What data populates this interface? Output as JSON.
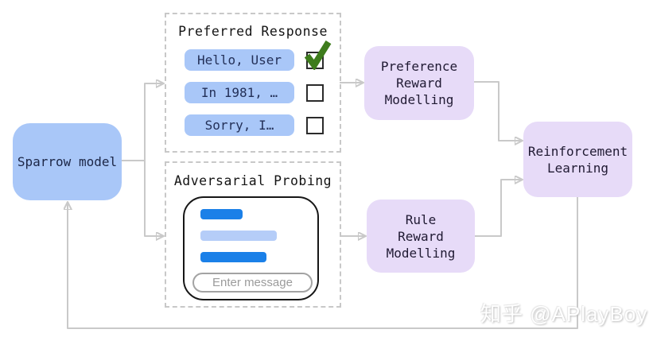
{
  "sparrow": {
    "label": "Sparrow model"
  },
  "preferred": {
    "title": "Preferred Response",
    "options": [
      {
        "label": "Hello, User",
        "checked": true
      },
      {
        "label": "In 1981, …",
        "checked": false
      },
      {
        "label": "Sorry, I…",
        "checked": false
      }
    ]
  },
  "adversarial": {
    "title": "Adversarial Probing",
    "placeholder": "Enter message",
    "bars": [
      {
        "width": 53,
        "tone": "dark"
      },
      {
        "width": 96,
        "tone": "light"
      },
      {
        "width": 83,
        "tone": "dark"
      }
    ]
  },
  "boxes": {
    "preference_rm": "Preference\nReward\nModelling",
    "rule_rm": "Rule\nReward\nModelling",
    "rl": "Reinforcement\nLearning"
  },
  "watermark": "知乎 @APlayBoy",
  "colors": {
    "node_blue": "#a9c7f8",
    "node_purple": "#e7dbf8",
    "bar_dark": "#1b80e8",
    "bar_light": "#b5cdf8",
    "check_green": "#3e7c1c"
  }
}
